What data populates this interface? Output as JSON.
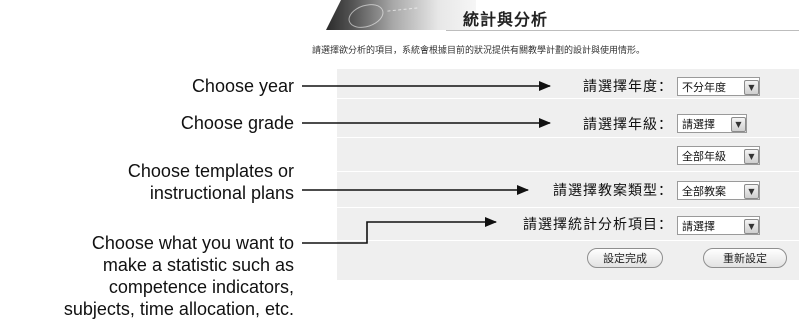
{
  "header": {
    "title": "統計與分析",
    "intro": "請選擇欲分析的項目，系統會根據目前的狀況提供有關教學計劃的設計與使用情形。"
  },
  "form": {
    "year": {
      "label": "請選擇年度：",
      "value": "不分年度"
    },
    "grade": {
      "label": "請選擇年級：",
      "value": "請選擇",
      "sub_value": "全部年級"
    },
    "plan_type": {
      "label": "請選擇教案類型：",
      "value": "全部教案"
    },
    "item": {
      "label": "請選擇統計分析項目：",
      "value": "請選擇"
    },
    "submit_label": "設定完成",
    "reset_label": "重新設定"
  },
  "annotations": {
    "year": "Choose year",
    "grade": "Choose grade",
    "templates": [
      "Choose templates or",
      "instructional plans"
    ],
    "statistic": [
      "Choose what you want to",
      "make a statistic such as",
      "competence indicators,",
      "subjects, time allocation, etc."
    ]
  },
  "icons": {
    "dropdown": "chevron-down-icon",
    "banner": "decorative-banner-image"
  }
}
